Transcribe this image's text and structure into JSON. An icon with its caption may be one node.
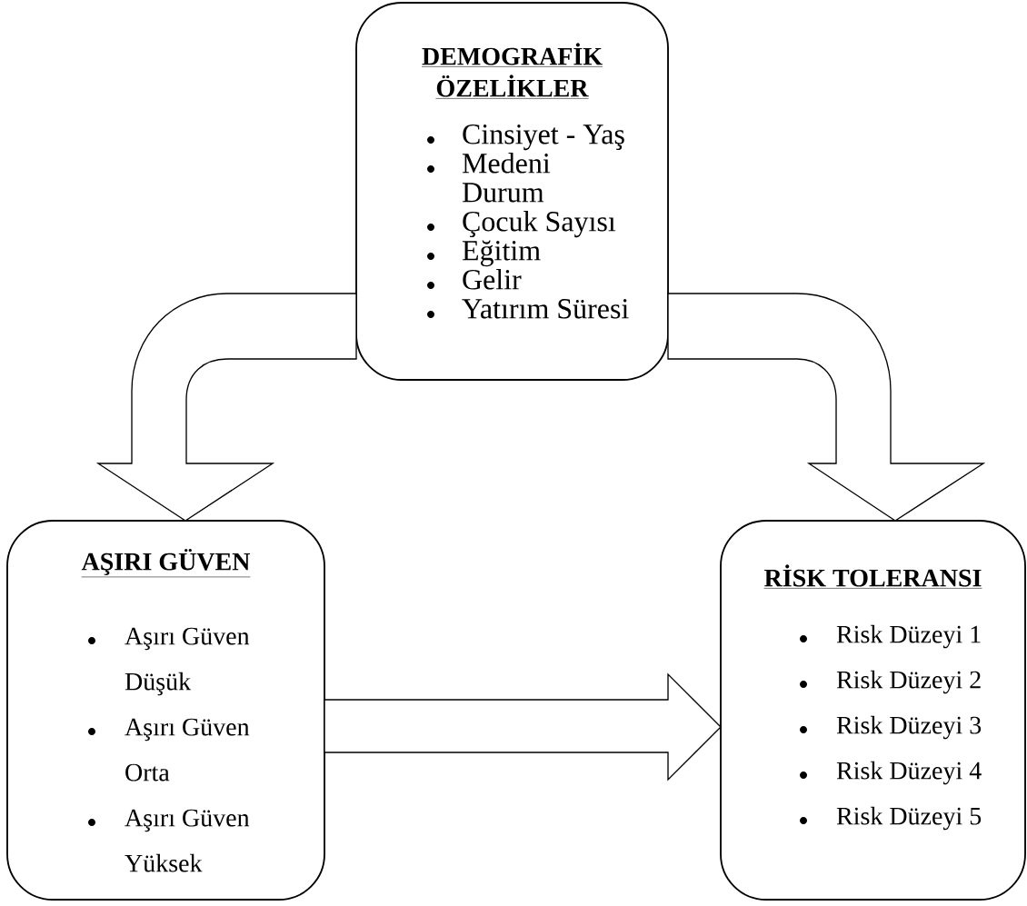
{
  "diagram": {
    "nodes": [
      {
        "text": [
          "DEMOGRAFİK ÖZELİKLER",
          "Cinsiyet - Yaş",
          "Medeni Durum",
          "Çocuk Sayısı",
          "Eğitim",
          "Gelir",
          "Yatırım Süresi"
        ]
      },
      {
        "text": [
          "AŞIRI GÜVEN",
          "Aşırı Güven Düşük",
          "Aşırı Güven Orta",
          "Aşırı Güven Yüksek"
        ]
      },
      {
        "text": [
          "RİSK TOLERANSI",
          "Risk Düzeyi 1",
          "Risk Düzeyi 2",
          "Risk Düzeyi 3",
          "Risk Düzeyi 4",
          "Risk Düzeyi 5"
        ]
      }
    ],
    "edges": [
      {
        "from": 0,
        "to": 1,
        "arrow": "to"
      },
      {
        "from": 0,
        "to": 2,
        "arrow": "to"
      },
      {
        "from": 1,
        "to": 2,
        "arrow": "to"
      }
    ]
  }
}
